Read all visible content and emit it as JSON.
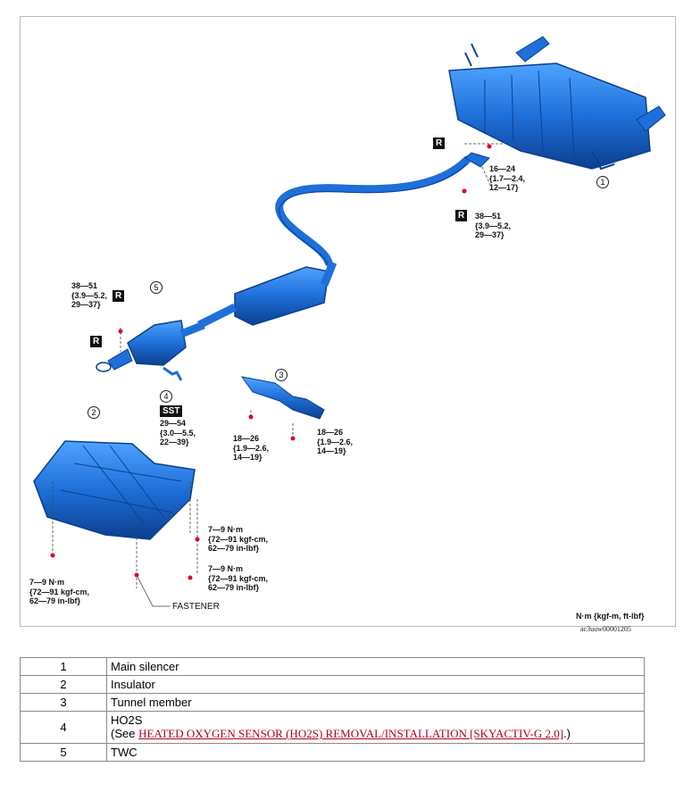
{
  "figure": {
    "units_label": "N·m {kgf-m, ft-lbf}",
    "figure_id": "ac3uuw00001205",
    "callouts": [
      "1",
      "2",
      "3",
      "4",
      "5"
    ],
    "badges": {
      "r": "R",
      "sst": "SST"
    },
    "torques": {
      "silencer_upper": "16—24\n{1.7—2.4,\n12—17}",
      "silencer_lower": "38—51\n{3.9—5.2,\n29—37}",
      "twc_upper": "38—51\n{3.9—5.2,\n29—37}",
      "ho2s": "29—54\n{3.0—5.5,\n22—39}",
      "tunnel_left": "18—26\n{1.9—2.6,\n14—19}",
      "tunnel_right": "18—26\n{1.9—2.6,\n14—19}",
      "insulator_right_upper": "7—9 N·m\n{72—91 kgf-cm,\n62—79 in-lbf}",
      "insulator_right_lower": "7—9 N·m\n{72—91 kgf-cm,\n62—79 in-lbf}",
      "insulator_left": "7—9 N·m\n{72—91 kgf-cm,\n62—79 in-lbf}"
    },
    "fastener_label": "FASTENER",
    "colors": {
      "part_blue": "#1e6fd9",
      "dark_blue": "#0b3f8f",
      "torque_marker": "#e0002a"
    }
  },
  "parts_table": {
    "rows": [
      {
        "num": "1",
        "name": "Main silencer"
      },
      {
        "num": "2",
        "name": "Insulator"
      },
      {
        "num": "3",
        "name": "Tunnel member"
      },
      {
        "num": "4",
        "name": "HO2S",
        "see_prefix": "(See ",
        "link": "HEATED OXYGEN SENSOR (HO2S) REMOVAL/INSTALLATION [SKYACTIV-G 2.0]",
        "see_suffix": ".)"
      },
      {
        "num": "5",
        "name": "TWC"
      }
    ]
  }
}
